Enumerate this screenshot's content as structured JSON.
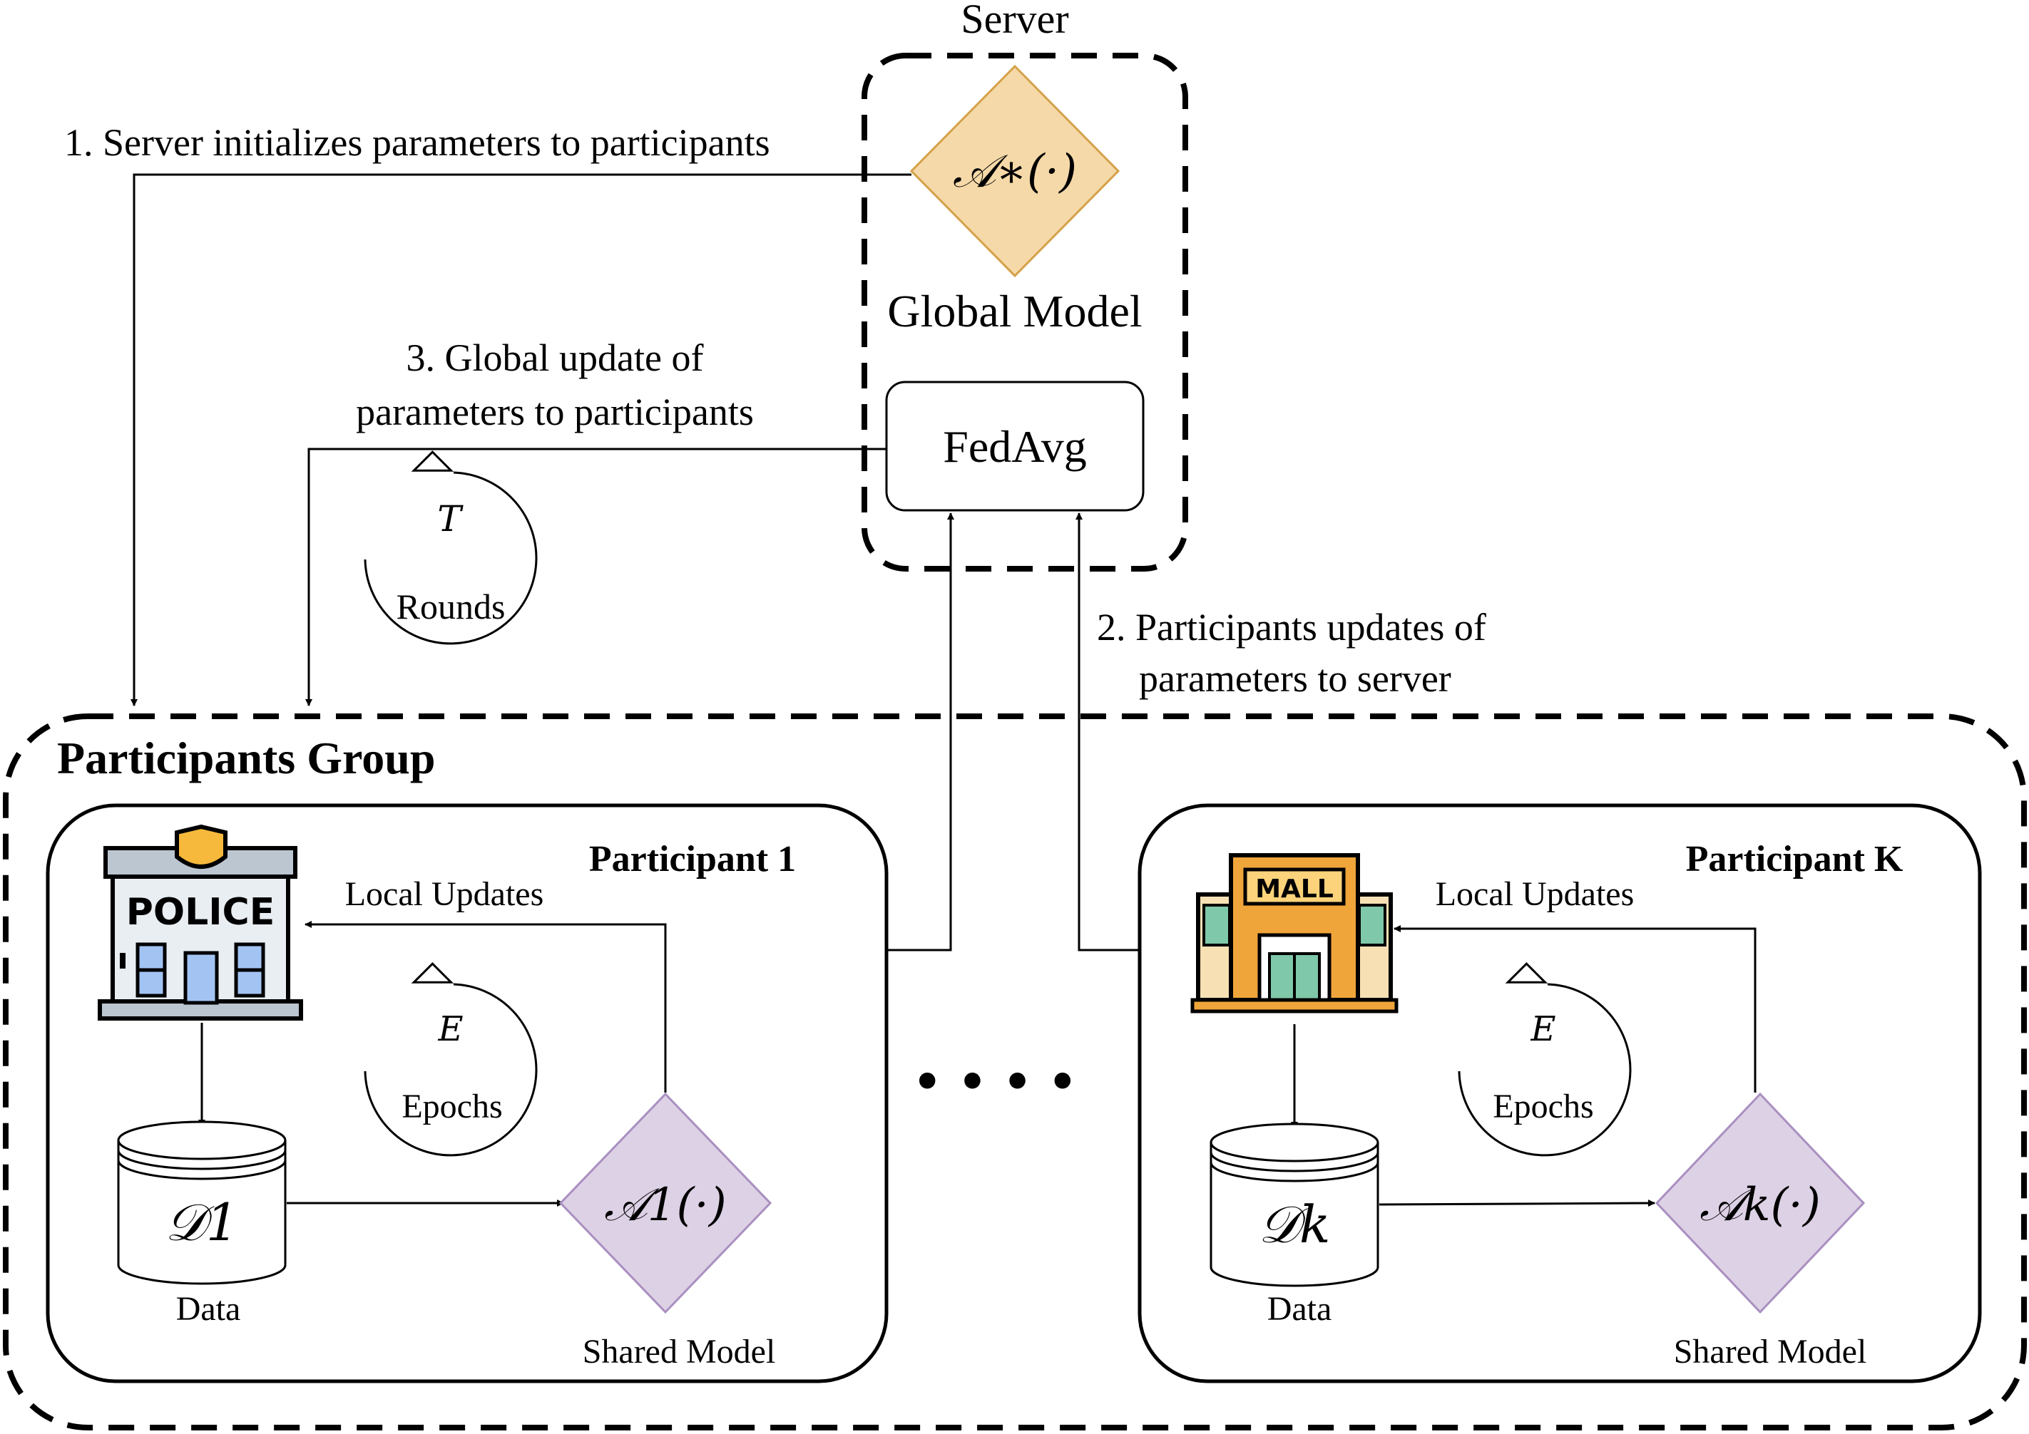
{
  "server": {
    "title": "Server",
    "global_model_symbol": "𝒜∗(·)",
    "global_model_label": "Global Model",
    "aggregator_label": "FedAvg"
  },
  "steps": {
    "step1": "1. Server initializes parameters to participants",
    "step2_line1": "2.  Participants updates of",
    "step2_line2": "parameters to server",
    "step3_line1": "3. Global update of",
    "step3_line2": "parameters to participants"
  },
  "rounds": {
    "symbol": "T",
    "label": "Rounds"
  },
  "group": {
    "title": "Participants Group",
    "ellipsis": "• • • •"
  },
  "participants": [
    {
      "title": "Participant 1",
      "icon": "police-station-icon",
      "icon_text": "POLICE",
      "local_updates_label": "Local Updates",
      "epochs_symbol": "E",
      "epochs_label": "Epochs",
      "data_symbol": "𝒟1",
      "data_label": "Data",
      "model_symbol": "𝒜1(·)",
      "model_label": "Shared Model"
    },
    {
      "title": "Participant K",
      "icon": "mall-icon",
      "icon_text": "MALL",
      "local_updates_label": "Local Updates",
      "epochs_symbol": "E",
      "epochs_label": "Epochs",
      "data_symbol": "𝒟k",
      "data_label": "Data",
      "model_symbol": "𝒜k(·)",
      "model_label": "Shared Model"
    }
  ],
  "colors": {
    "global_model_fill": "#f5d9a8",
    "global_model_stroke": "#d4a14a",
    "shared_model_fill": "#ddd1e5",
    "shared_model_stroke": "#a98fc0",
    "police_blue": "#a3c4f3",
    "police_badge": "#f6b93b",
    "mall_orange": "#f0a53a",
    "mall_green": "#7fc8a9"
  }
}
